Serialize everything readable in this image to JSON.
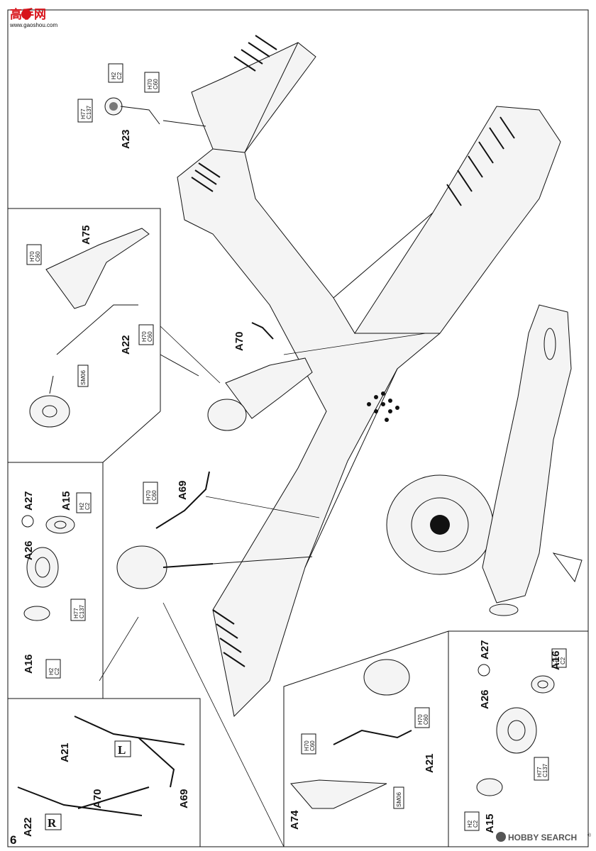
{
  "header_logo": {
    "name": "高手网",
    "url": "www.gaoshou.com",
    "brand_color": "#d8141b"
  },
  "page_number": "6",
  "footer_logo": {
    "text": "HOBBY SEARCH",
    "tm": "®",
    "color": "#555555"
  },
  "steps": {
    "tail_wheel": {
      "part": "A23",
      "paint_hub": [
        "H2",
        "C2"
      ],
      "paint_strut": [
        "H70",
        "C60"
      ],
      "paint_tire": [
        "H77",
        "C137"
      ]
    },
    "gear_leg_inset": {
      "cover": "A75",
      "leg": "A22",
      "paint_cover": [
        "H70",
        "C60"
      ],
      "paint_leg": [
        "H70",
        "C60"
      ],
      "material": "SM06"
    },
    "retract_arm": {
      "part": "A70"
    },
    "main_strut": {
      "part": "A69",
      "paint": [
        "H70",
        "C60"
      ]
    },
    "left_wheel": {
      "tire_a": "A26",
      "tire_b": "A27",
      "hub_out": "A15",
      "hub_in": "A16",
      "paint_tire": [
        "H77",
        "C137"
      ],
      "paint_hub_out": [
        "H2",
        "C2"
      ],
      "paint_hub_in": [
        "H2",
        "C2"
      ]
    },
    "right_wheel": {
      "tire_a": "A26",
      "tire_b": "A27",
      "hub_out": "A15",
      "hub_in": "A16",
      "paint_tire": [
        "H77",
        "C137"
      ],
      "paint_hub_out": [
        "H2",
        "C2"
      ],
      "paint_hub_in": [
        "H2",
        "C2"
      ]
    },
    "gear_sides": {
      "left_part": "A21",
      "right_part": "A22",
      "retract": "A70",
      "strut": "A69",
      "left_mark": "L",
      "right_mark": "R"
    },
    "gear_right_inset": {
      "cover": "A74",
      "leg": "A21",
      "paint_cover": [
        "H70",
        "C60"
      ],
      "paint_leg": [
        "H70",
        "C60"
      ],
      "material": "SM06"
    }
  }
}
